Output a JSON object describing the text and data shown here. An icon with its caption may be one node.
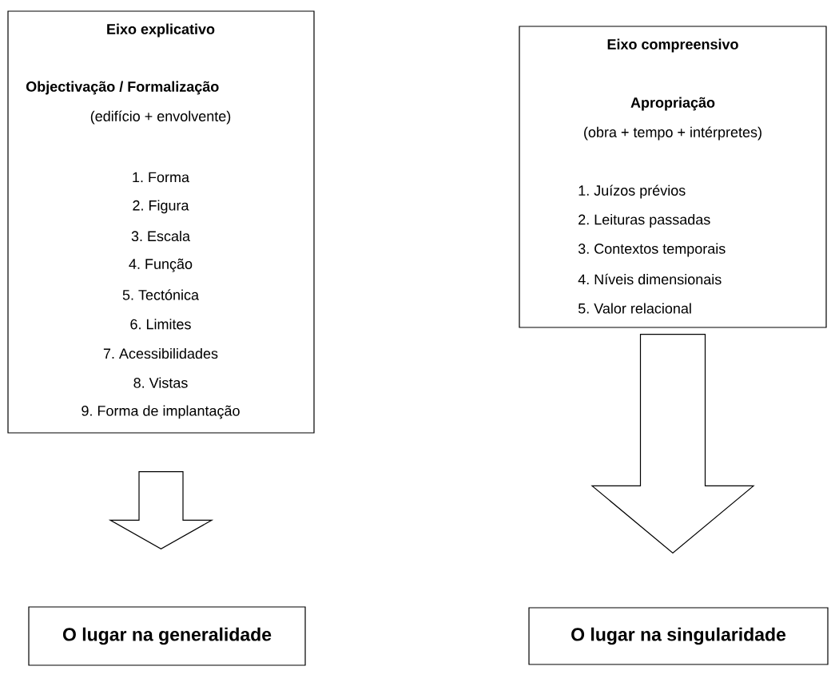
{
  "diagram": {
    "nodes": [
      {
        "text": [
          "Eixo explicativo",
          "Objectivação / Formalização",
          "(edifício + envolvente)",
          "1. Forma",
          "2. Figura",
          "3. Escala",
          "4. Função",
          "5. Tectónica",
          "6. Limites",
          "7. Acessibilidades",
          "8. Vistas",
          "9. Forma de implantação"
        ]
      },
      {
        "text": [
          "Eixo compreensivo",
          "Apropriação",
          "(obra + tempo + intérpretes)",
          "1. Juízos prévios",
          "2. Leituras passadas",
          "3. Contextos temporais",
          "4. Níveis dimensionais",
          "5. Valor relacional"
        ]
      },
      {
        "text": [
          "O lugar na generalidade"
        ]
      },
      {
        "text": [
          "O lugar na singularidade"
        ]
      }
    ],
    "edges": [
      {
        "from": 0,
        "to": 2,
        "arrow": "to"
      },
      {
        "from": 1,
        "to": 3,
        "arrow": "to"
      }
    ]
  }
}
